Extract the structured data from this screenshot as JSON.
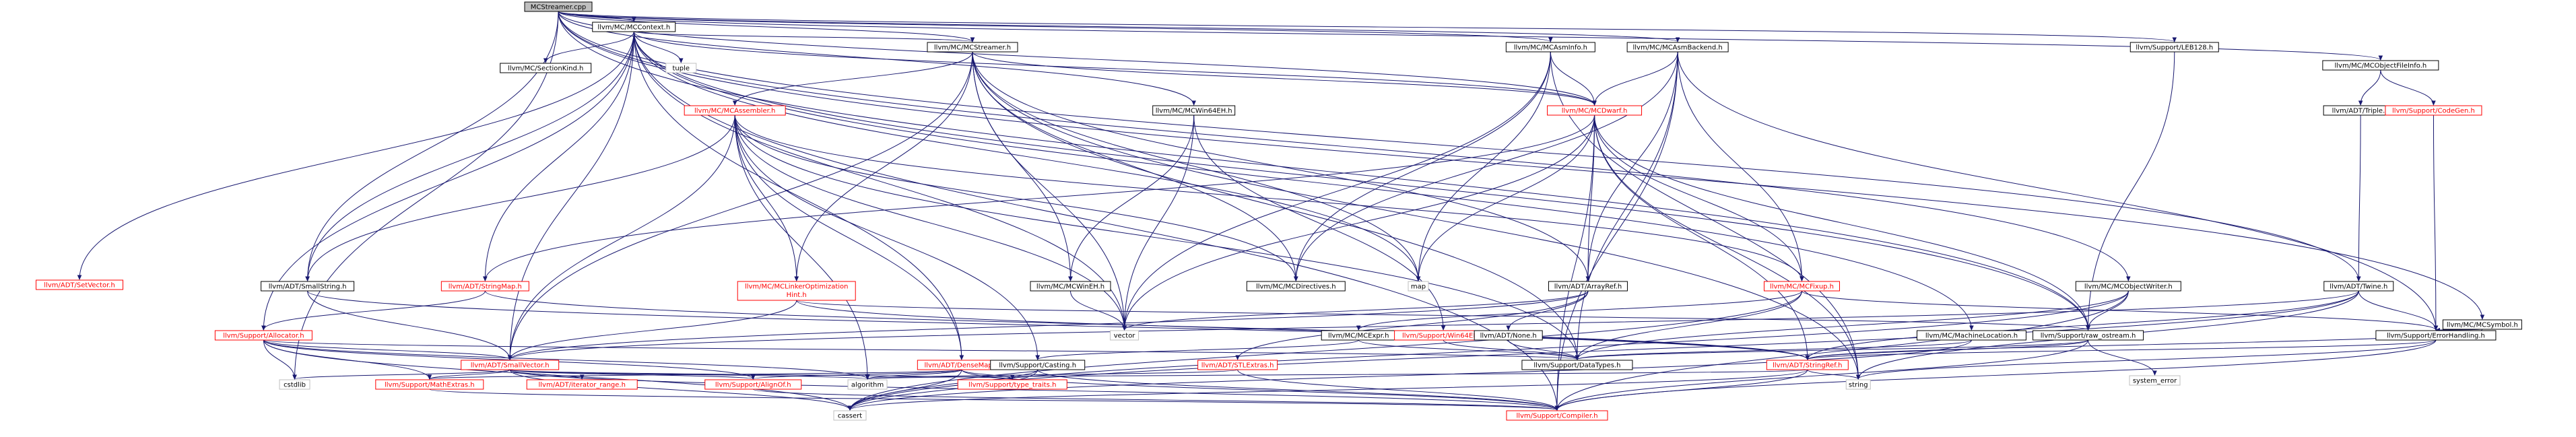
{
  "colors": {
    "edge": "#191970",
    "text_normal": "#000000",
    "text_link": "#ff0000",
    "border_normal": "#000000",
    "border_link": "#ff0000",
    "border_external": "#bfbfbf",
    "fill_root": "#bfbfbf",
    "fill_default": "#ffffff"
  },
  "nodes": [
    {
      "id": "root",
      "label": "MCStreamer.cpp",
      "kind": "root"
    },
    {
      "id": "mccontext",
      "label": "llvm/MC/MCContext.h",
      "kind": "normal"
    },
    {
      "id": "mcstreamer_h",
      "label": "llvm/MC/MCStreamer.h",
      "kind": "normal"
    },
    {
      "id": "mcasminfo",
      "label": "llvm/MC/MCAsmInfo.h",
      "kind": "normal"
    },
    {
      "id": "mcasmbackend",
      "label": "llvm/MC/MCAsmBackend.h",
      "kind": "normal"
    },
    {
      "id": "leb128",
      "label": "llvm/Support/LEB128.h",
      "kind": "normal"
    },
    {
      "id": "mcobjectfileinfo",
      "label": "llvm/MC/MCObjectFileInfo.h",
      "kind": "normal"
    },
    {
      "id": "mcsymbol",
      "label": "llvm/MC/MCSymbol.h",
      "kind": "normal"
    },
    {
      "id": "mcwin64eh",
      "label": "llvm/MC/MCWin64EH.h",
      "kind": "normal"
    },
    {
      "id": "mcobjectwriter",
      "label": "llvm/MC/MCObjectWriter.h",
      "kind": "normal"
    },
    {
      "id": "mcsectionkind",
      "label": "llvm/MC/SectionKind.h",
      "kind": "normal"
    },
    {
      "id": "tuple",
      "label": "tuple",
      "kind": "external"
    },
    {
      "id": "setvector",
      "label": "llvm/ADT/SetVector.h",
      "kind": "link"
    },
    {
      "id": "mcassembler",
      "label": "llvm/MC/MCAssembler.h",
      "kind": "link"
    },
    {
      "id": "mcdwarf",
      "label": "llvm/MC/MCDwarf.h",
      "kind": "link"
    },
    {
      "id": "triple",
      "label": "llvm/ADT/Triple.h",
      "kind": "normal"
    },
    {
      "id": "codegen",
      "label": "llvm/Support/CodeGen.h",
      "kind": "link"
    },
    {
      "id": "smallstring",
      "label": "llvm/ADT/SmallString.h",
      "kind": "normal"
    },
    {
      "id": "stringmap",
      "label": "llvm/ADT/StringMap.h",
      "kind": "link"
    },
    {
      "id": "mclinkeropt",
      "label": "llvm/MC/MCLinkerOptimization\nHint.h",
      "kind": "link"
    },
    {
      "id": "mcwineh",
      "label": "llvm/MC/MCWinEH.h",
      "kind": "normal"
    },
    {
      "id": "mcdirectives",
      "label": "llvm/MC/MCDirectives.h",
      "kind": "normal"
    },
    {
      "id": "map",
      "label": "map",
      "kind": "external"
    },
    {
      "id": "arrayref",
      "label": "llvm/ADT/ArrayRef.h",
      "kind": "normal"
    },
    {
      "id": "mcfixup",
      "label": "llvm/MC/MCFixup.h",
      "kind": "link"
    },
    {
      "id": "twine",
      "label": "llvm/ADT/Twine.h",
      "kind": "normal"
    },
    {
      "id": "allocator",
      "label": "llvm/Support/Allocator.h",
      "kind": "link"
    },
    {
      "id": "vector",
      "label": "vector",
      "kind": "external"
    },
    {
      "id": "mcexpr",
      "label": "llvm/MC/MCExpr.h",
      "kind": "normal"
    },
    {
      "id": "win64eh",
      "label": "llvm/Support/Win64EH.h",
      "kind": "link"
    },
    {
      "id": "none",
      "label": "llvm/ADT/None.h",
      "kind": "normal"
    },
    {
      "id": "mcmachineloc",
      "label": "llvm/MC/MachineLocation.h",
      "kind": "normal"
    },
    {
      "id": "raw_ostream",
      "label": "llvm/Support/raw_ostream.h",
      "kind": "normal"
    },
    {
      "id": "errorhandling",
      "label": "llvm/Support/ErrorHandling.h",
      "kind": "normal"
    },
    {
      "id": "smallvector",
      "label": "llvm/ADT/SmallVector.h",
      "kind": "link"
    },
    {
      "id": "densemap",
      "label": "llvm/ADT/DenseMap.h",
      "kind": "link"
    },
    {
      "id": "casting",
      "label": "llvm/Support/Casting.h",
      "kind": "normal"
    },
    {
      "id": "stlextras",
      "label": "llvm/ADT/STLExtras.h",
      "kind": "link"
    },
    {
      "id": "datatypes",
      "label": "llvm/Support/DataTypes.h",
      "kind": "normal"
    },
    {
      "id": "stringref",
      "label": "llvm/ADT/StringRef.h",
      "kind": "link"
    },
    {
      "id": "system_error",
      "label": "system_error",
      "kind": "external"
    },
    {
      "id": "cstdlib",
      "label": "cstdlib",
      "kind": "external"
    },
    {
      "id": "mathextras",
      "label": "llvm/Support/MathExtras.h",
      "kind": "link"
    },
    {
      "id": "iterator_range",
      "label": "llvm/ADT/iterator_range.h",
      "kind": "link"
    },
    {
      "id": "alignof",
      "label": "llvm/Support/AlignOf.h",
      "kind": "link"
    },
    {
      "id": "algorithm",
      "label": "algorithm",
      "kind": "external"
    },
    {
      "id": "type_traits",
      "label": "llvm/Support/type_traits.h",
      "kind": "link"
    },
    {
      "id": "string",
      "label": "string",
      "kind": "external"
    },
    {
      "id": "cassert",
      "label": "cassert",
      "kind": "external"
    },
    {
      "id": "compiler",
      "label": "llvm/Support/Compiler.h",
      "kind": "link"
    }
  ],
  "edges": [
    [
      "root",
      "mccontext"
    ],
    [
      "root",
      "mcstreamer_h"
    ],
    [
      "root",
      "mcasminfo"
    ],
    [
      "root",
      "mcasmbackend"
    ],
    [
      "root",
      "leb128"
    ],
    [
      "root",
      "mcobjectfileinfo"
    ],
    [
      "root",
      "mcsymbol"
    ],
    [
      "root",
      "mcwin64eh"
    ],
    [
      "root",
      "mcobjectwriter"
    ],
    [
      "root",
      "mcdwarf"
    ],
    [
      "root",
      "twine"
    ],
    [
      "root",
      "smallstring"
    ],
    [
      "root",
      "raw_ostream"
    ],
    [
      "root",
      "cstdlib"
    ],
    [
      "mccontext",
      "mcsectionkind"
    ],
    [
      "mccontext",
      "tuple"
    ],
    [
      "mccontext",
      "setvector"
    ],
    [
      "mccontext",
      "mcstreamer_h"
    ],
    [
      "mccontext",
      "mcdwarf"
    ],
    [
      "mccontext",
      "smallstring"
    ],
    [
      "mccontext",
      "stringmap"
    ],
    [
      "mccontext",
      "allocator"
    ],
    [
      "mccontext",
      "smallvector"
    ],
    [
      "mccontext",
      "densemap"
    ],
    [
      "mccontext",
      "vector"
    ],
    [
      "mccontext",
      "map"
    ],
    [
      "mccontext",
      "mcmachineloc"
    ],
    [
      "mccontext",
      "raw_ostream"
    ],
    [
      "mccontext",
      "compiler"
    ],
    [
      "mcstreamer_h",
      "mcassembler"
    ],
    [
      "mcstreamer_h",
      "mcdwarf"
    ],
    [
      "mcstreamer_h",
      "mcwineh"
    ],
    [
      "mcstreamer_h",
      "mcdirectives"
    ],
    [
      "mcstreamer_h",
      "mclinkeropt"
    ],
    [
      "mcstreamer_h",
      "arrayref"
    ],
    [
      "mcstreamer_h",
      "smallvector"
    ],
    [
      "mcstreamer_h",
      "datatypes"
    ],
    [
      "mcstreamer_h",
      "string"
    ],
    [
      "mcstreamer_h",
      "map"
    ],
    [
      "mcstreamer_h",
      "vector"
    ],
    [
      "mcasminfo",
      "mcdirectives"
    ],
    [
      "mcasminfo",
      "mcdwarf"
    ],
    [
      "mcasminfo",
      "vector"
    ],
    [
      "mcasminfo",
      "string"
    ],
    [
      "mcasminfo",
      "map"
    ],
    [
      "mcasmbackend",
      "mcdwarf"
    ],
    [
      "mcasmbackend",
      "mcdirectives"
    ],
    [
      "mcasmbackend",
      "mcfixup"
    ],
    [
      "mcasmbackend",
      "arrayref"
    ],
    [
      "mcasmbackend",
      "errorhandling"
    ],
    [
      "mcasmbackend",
      "compiler"
    ],
    [
      "mcasmbackend",
      "datatypes"
    ],
    [
      "leb128",
      "raw_ostream"
    ],
    [
      "mcobjectfileinfo",
      "triple"
    ],
    [
      "mcobjectfileinfo",
      "codegen"
    ],
    [
      "triple",
      "twine"
    ],
    [
      "codegen",
      "errorhandling"
    ],
    [
      "mcsymbol",
      "errorhandling"
    ],
    [
      "mcsymbol",
      "stringref"
    ],
    [
      "mcwin64eh",
      "mcwineh"
    ],
    [
      "mcwin64eh",
      "vector"
    ],
    [
      "mcwin64eh",
      "win64eh"
    ],
    [
      "mcwineh",
      "vector"
    ],
    [
      "mcobjectwriter",
      "raw_ostream"
    ],
    [
      "mcobjectwriter",
      "datatypes"
    ],
    [
      "mcobjectwriter",
      "compiler"
    ],
    [
      "mcobjectwriter",
      "cassert"
    ],
    [
      "setvector",
      "smallset_dummy"
    ],
    [
      "mcassembler",
      "mcdirectives"
    ],
    [
      "mcassembler",
      "mcfixup"
    ],
    [
      "mcassembler",
      "mclinkeropt"
    ],
    [
      "mcassembler",
      "smallstring"
    ],
    [
      "mcassembler",
      "densemap"
    ],
    [
      "mcassembler",
      "smallvector"
    ],
    [
      "mcassembler",
      "casting"
    ],
    [
      "mcassembler",
      "datatypes"
    ],
    [
      "mcassembler",
      "vector"
    ],
    [
      "mcassembler",
      "algorithm"
    ],
    [
      "mcdwarf",
      "stringmap"
    ],
    [
      "mcdwarf",
      "arrayref"
    ],
    [
      "mcdwarf",
      "mcfixup"
    ],
    [
      "mcdwarf",
      "stringref"
    ],
    [
      "mcdwarf",
      "raw_ostream"
    ],
    [
      "mcdwarf",
      "compiler"
    ],
    [
      "mcdwarf",
      "string"
    ],
    [
      "mcdwarf",
      "vector"
    ],
    [
      "mcdwarf",
      "map"
    ],
    [
      "smallstring",
      "smallvector"
    ],
    [
      "smallstring",
      "stringref"
    ],
    [
      "stringmap",
      "allocator"
    ],
    [
      "stringmap",
      "stringref"
    ],
    [
      "mclinkeropt",
      "smallvector"
    ],
    [
      "mclinkeropt",
      "raw_ostream"
    ],
    [
      "mclinkeropt",
      "stringref"
    ],
    [
      "arrayref",
      "none"
    ],
    [
      "arrayref",
      "smallvector"
    ],
    [
      "arrayref",
      "vector"
    ],
    [
      "arrayref",
      "stlextras"
    ],
    [
      "mcfixup",
      "mcexpr"
    ],
    [
      "mcfixup",
      "datatypes"
    ],
    [
      "mcfixup",
      "errorhandling"
    ],
    [
      "mcfixup",
      "cassert"
    ],
    [
      "twine",
      "smallvector"
    ],
    [
      "twine",
      "stringref"
    ],
    [
      "twine",
      "errorhandling"
    ],
    [
      "twine",
      "cassert"
    ],
    [
      "twine",
      "string"
    ],
    [
      "allocator",
      "smallvector"
    ],
    [
      "allocator",
      "alignof"
    ],
    [
      "allocator",
      "mathextras"
    ],
    [
      "allocator",
      "datatypes"
    ],
    [
      "allocator",
      "algorithm"
    ],
    [
      "allocator",
      "cassert"
    ],
    [
      "allocator",
      "cstdlib"
    ],
    [
      "mcexpr",
      "casting"
    ],
    [
      "mcexpr",
      "datatypes"
    ],
    [
      "win64eh",
      "datatypes"
    ],
    [
      "none",
      "datatypes"
    ],
    [
      "mcmachineloc",
      "datatypes"
    ],
    [
      "mcmachineloc",
      "cassert"
    ],
    [
      "raw_ostream",
      "stringref"
    ],
    [
      "raw_ostream",
      "compiler"
    ],
    [
      "raw_ostream",
      "datatypes"
    ],
    [
      "raw_ostream",
      "system_error"
    ],
    [
      "errorhandling",
      "stringref"
    ],
    [
      "errorhandling",
      "compiler"
    ],
    [
      "errorhandling",
      "string"
    ],
    [
      "smallvector",
      "alignof"
    ],
    [
      "smallvector",
      "compiler"
    ],
    [
      "smallvector",
      "mathextras"
    ],
    [
      "smallvector",
      "type_traits"
    ],
    [
      "smallvector",
      "iterator_range"
    ],
    [
      "smallvector",
      "algorithm"
    ],
    [
      "smallvector",
      "cassert"
    ],
    [
      "smallvector",
      "cstdlib"
    ],
    [
      "densemap",
      "alignof"
    ],
    [
      "densemap",
      "compiler"
    ],
    [
      "densemap",
      "mathextras"
    ],
    [
      "densemap",
      "type_traits"
    ],
    [
      "densemap",
      "algorithm"
    ],
    [
      "densemap",
      "cassert"
    ],
    [
      "casting",
      "type_traits"
    ],
    [
      "casting",
      "compiler"
    ],
    [
      "casting",
      "cassert"
    ],
    [
      "stlextras",
      "compiler"
    ],
    [
      "stlextras",
      "algorithm"
    ],
    [
      "stringref",
      "compiler"
    ],
    [
      "stringref",
      "string"
    ],
    [
      "stringref",
      "algorithm"
    ],
    [
      "stringref",
      "cassert"
    ],
    [
      "mathextras",
      "compiler"
    ],
    [
      "alignof",
      "compiler"
    ]
  ]
}
